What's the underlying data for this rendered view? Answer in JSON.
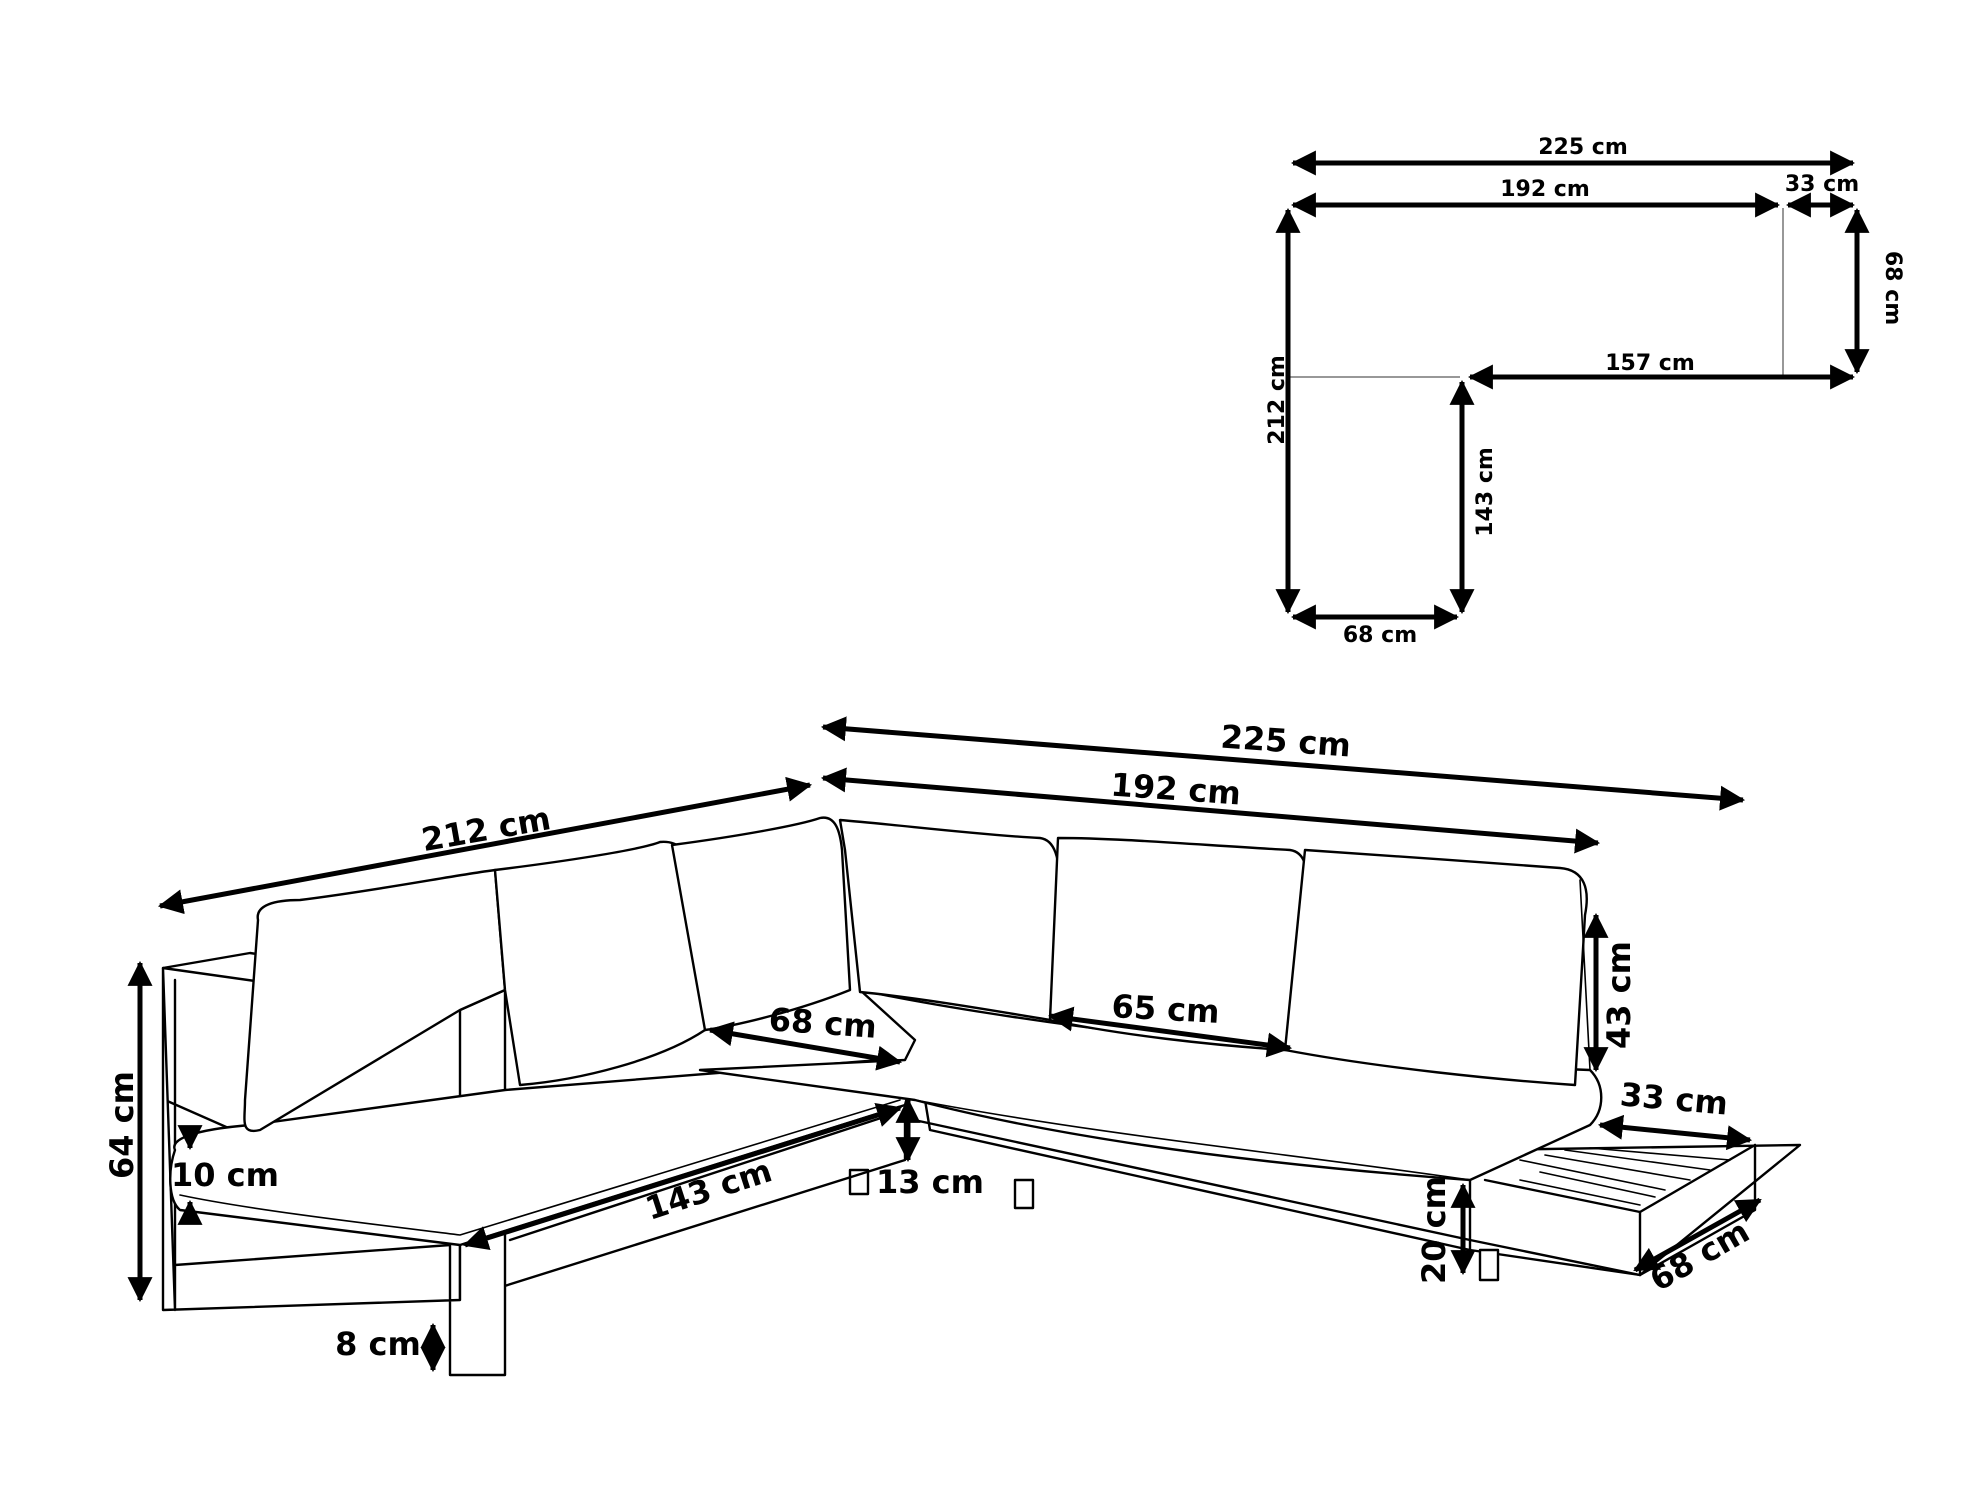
{
  "plan": {
    "total_width": "225 cm",
    "inner_width": "192 cm",
    "table_width": "33 cm",
    "depth_right": "68 cm",
    "left_length": "212 cm",
    "front_length": "157 cm",
    "inner_left": "143 cm",
    "bottom_depth": "68 cm"
  },
  "view": {
    "total_width": "225 cm",
    "sofa_width": "192 cm",
    "left_length": "212 cm",
    "height": "64 cm",
    "back_height": "43 cm",
    "corner_depth": "68 cm",
    "seat_depth": "65 cm",
    "seat_length": "143 cm",
    "cushion": "10 cm",
    "leg_height": "13 cm",
    "seat_height": "20 cm",
    "foot_height": "8 cm",
    "table_width": "33 cm",
    "table_depth": "68 cm"
  }
}
